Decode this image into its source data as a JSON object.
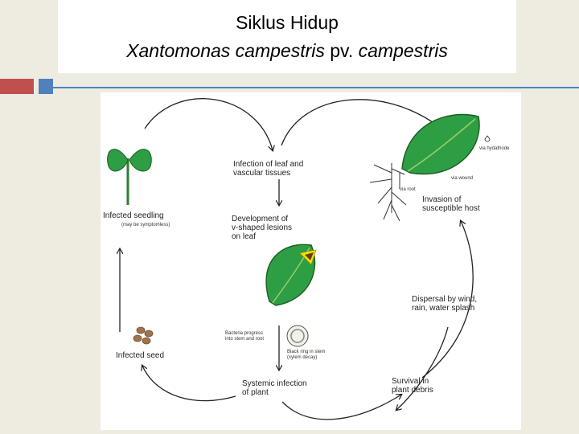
{
  "slide": {
    "title_line1": "Siklus Hidup",
    "title_species": "Xantomonas campestris",
    "title_pv": " pv. ",
    "title_epithet": "campestris"
  },
  "diagram": {
    "labels": {
      "infection_leaf": "Infection of leaf and\nvascular tissues",
      "development": "Development of\nv-shaped lesions\non leaf",
      "invasion": "Invasion of\nsusceptible host",
      "infected_seedling": "Infected seedling",
      "may_be_symptomless": "(may be symptomless)",
      "dispersal": "Dispersal by wind,\nrain, water splash",
      "infected_seed": "Infected seed",
      "bacteria_progress": "Bacteria progress\ninto stem and root",
      "black_ring": "Black ring in stem\n(xylem decay)",
      "systemic": "Systemic infection\nof plant",
      "survival": "Survival in\nplant debris",
      "via_hydathode": "via hydathode",
      "via_wound": "via wound",
      "via_root": "via root"
    }
  },
  "colors": {
    "background": "#eeece1",
    "accent_red": "#c0504d",
    "accent_blue": "#4f81bd",
    "leaf_green": "#2e9e45",
    "lesion_yellow": "#f2e600",
    "lesion_brown": "#6b3a1a"
  }
}
